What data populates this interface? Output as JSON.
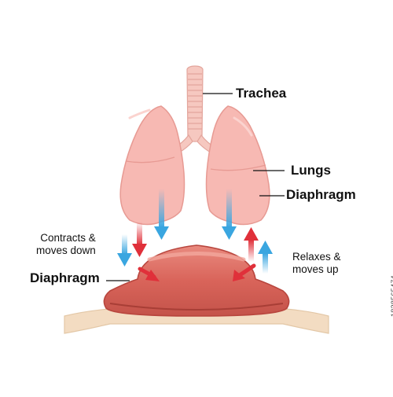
{
  "labels": {
    "trachea": "Trachea",
    "lungs": "Lungs",
    "diaphragm_right": "Diaphragm",
    "diaphragm_left": "Diaphragm",
    "contracts_line1": "Contracts &",
    "contracts_line2": "moves down",
    "relaxes_line1": "Relaxes &",
    "relaxes_line2": "moves up"
  },
  "image_id": "1828565474",
  "colors": {
    "lung": "#f7b9b3",
    "lung_outline": "#e79a93",
    "trachea": "#f6c8c0",
    "diaphragm": "#d9645a",
    "diaphragm_dark": "#b8463e",
    "base": "#f3dcc2",
    "arrow_red": "#e0303a",
    "arrow_blue": "#3aa6e0"
  }
}
